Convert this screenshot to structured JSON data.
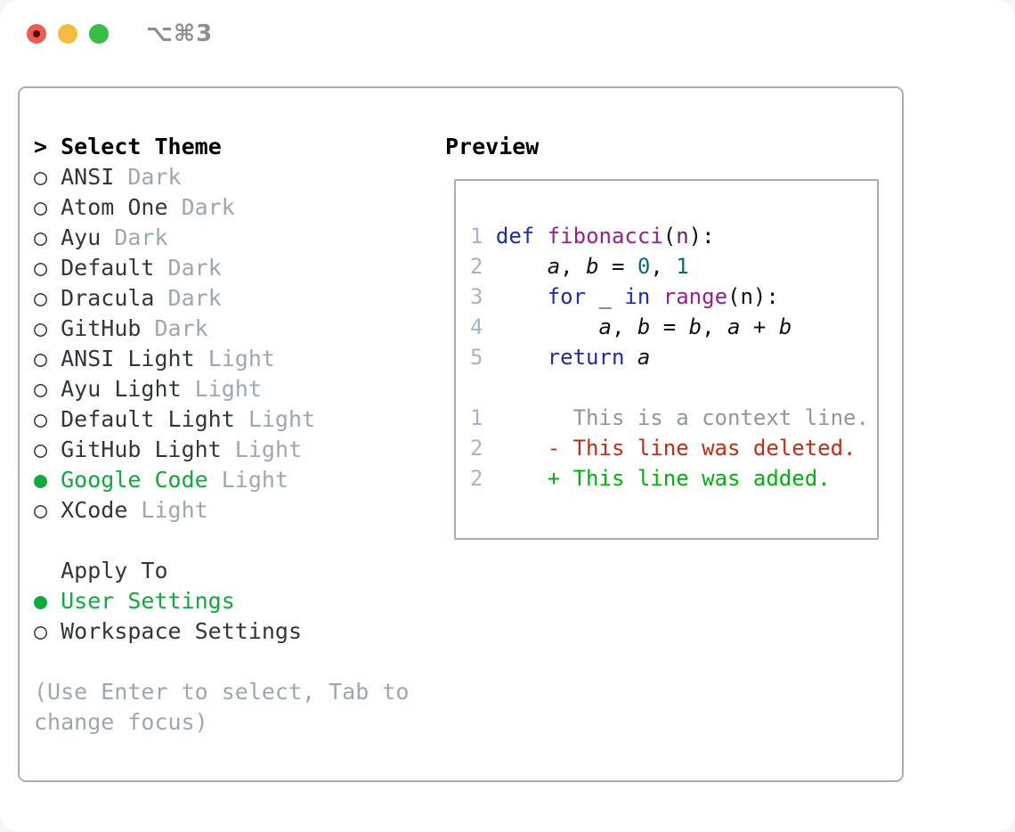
{
  "window": {
    "title_shortcut": "⌥⌘3"
  },
  "theme_picker": {
    "header": {
      "prompt": ">",
      "label": "Select Theme"
    },
    "items": [
      {
        "name": "ANSI",
        "variant": "Dark",
        "selected": false
      },
      {
        "name": "Atom One",
        "variant": "Dark",
        "selected": false
      },
      {
        "name": "Ayu",
        "variant": "Dark",
        "selected": false
      },
      {
        "name": "Default",
        "variant": "Dark",
        "selected": false
      },
      {
        "name": "Dracula",
        "variant": "Dark",
        "selected": false
      },
      {
        "name": "GitHub",
        "variant": "Dark",
        "selected": false
      },
      {
        "name": "ANSI Light",
        "variant": "Light",
        "selected": false
      },
      {
        "name": "Ayu Light",
        "variant": "Light",
        "selected": false
      },
      {
        "name": "Default Light",
        "variant": "Light",
        "selected": false
      },
      {
        "name": "GitHub Light",
        "variant": "Light",
        "selected": false
      },
      {
        "name": "Google Code",
        "variant": "Light",
        "selected": true
      },
      {
        "name": "XCode",
        "variant": "Light",
        "selected": false
      }
    ]
  },
  "apply_to": {
    "label": "Apply To",
    "options": [
      {
        "name": "User Settings",
        "selected": true
      },
      {
        "name": "Workspace Settings",
        "selected": false
      }
    ]
  },
  "help_text": {
    "line1": "(Use Enter to select, Tab to",
    "line2": "change focus)"
  },
  "preview": {
    "label": "Preview",
    "code_lines": [
      {
        "num": "1",
        "tokens": [
          [
            "def",
            "keyword"
          ],
          [
            " ",
            "plain"
          ],
          [
            "fibonacci",
            "function"
          ],
          [
            "(",
            "plain"
          ],
          [
            "n",
            "param"
          ],
          [
            "):",
            "plain"
          ]
        ]
      },
      {
        "num": "2",
        "tokens": [
          [
            "    ",
            "plain"
          ],
          [
            "a",
            "variable"
          ],
          [
            ", ",
            "plain"
          ],
          [
            "b",
            "variable"
          ],
          [
            " = ",
            "plain"
          ],
          [
            "0",
            "number"
          ],
          [
            ", ",
            "plain"
          ],
          [
            "1",
            "number"
          ]
        ]
      },
      {
        "num": "3",
        "tokens": [
          [
            "    ",
            "plain"
          ],
          [
            "for",
            "keyword"
          ],
          [
            " _ ",
            "plain"
          ],
          [
            "in",
            "keyword"
          ],
          [
            " ",
            "plain"
          ],
          [
            "range",
            "function"
          ],
          [
            "(n):",
            "plain"
          ]
        ]
      },
      {
        "num": "4",
        "tokens": [
          [
            "        ",
            "plain"
          ],
          [
            "a",
            "variable"
          ],
          [
            ", ",
            "plain"
          ],
          [
            "b",
            "variable"
          ],
          [
            " = ",
            "plain"
          ],
          [
            "b",
            "variable"
          ],
          [
            ", ",
            "plain"
          ],
          [
            "a",
            "variable"
          ],
          [
            " + ",
            "plain"
          ],
          [
            "b",
            "variable"
          ]
        ]
      },
      {
        "num": "5",
        "tokens": [
          [
            "    ",
            "plain"
          ],
          [
            "return",
            "keyword"
          ],
          [
            " ",
            "plain"
          ],
          [
            "a",
            "variable"
          ]
        ]
      }
    ],
    "diff_lines": [
      {
        "num": "1",
        "tokens": [
          [
            "      This is a context line.",
            "context"
          ]
        ]
      },
      {
        "num": "2",
        "tokens": [
          [
            "    ",
            "plain"
          ],
          [
            "- This line was deleted.",
            "deleted"
          ]
        ]
      },
      {
        "num": "2",
        "tokens": [
          [
            "    ",
            "plain"
          ],
          [
            "+ This line was added.",
            "added"
          ]
        ]
      }
    ]
  },
  "icons": {
    "radio_unselected": "○",
    "radio_selected": "●"
  },
  "colors": {
    "accent_selected": "#0fa93c",
    "keyword": "#1e2caa",
    "function_name": "#96208e",
    "parameter": "#6a1f68",
    "number_literal": "#0d6d6d",
    "diff_deleted": "#c92a12",
    "diff_added": "#00b30a",
    "diff_context": "#8f969e",
    "dim_text": "#9ca7b2",
    "primary_text": "#31373d",
    "line_number": "#a9b4c0",
    "border": "#a7aeb8",
    "traffic_red": "#ee5b50",
    "traffic_yellow": "#f5bd3e",
    "traffic_green": "#35bf49",
    "title_text": "#8d8d8d"
  }
}
